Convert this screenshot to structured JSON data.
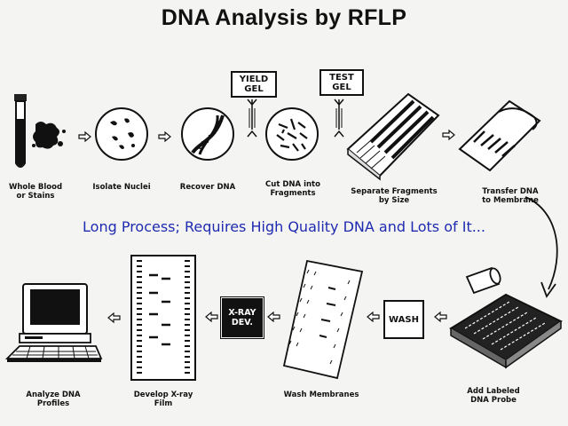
{
  "title": "DNA Analysis  by RFLP",
  "banner": "Long Process; Requires High Quality DNA and Lots of It...",
  "steps": {
    "blood": "Whole Blood\nor Stains",
    "nuclei": "Isolate Nuclei",
    "recover": "Recover DNA",
    "cut": "Cut DNA into\nFragments",
    "separate": "Separate Fragments\nby Size",
    "transfer": "Transfer DNA\nto Membrane",
    "probe": "Add Labeled\nDNA Probe",
    "wash": "Wash Membranes",
    "film": "Develop X-ray\nFilm",
    "analyze": "Analyze DNA\nProfiles"
  },
  "boxes": {
    "yield": "YIELD\nGEL",
    "test": "TEST\nGEL",
    "wash": "WASH",
    "xray": "X-RAY\nDEV."
  }
}
